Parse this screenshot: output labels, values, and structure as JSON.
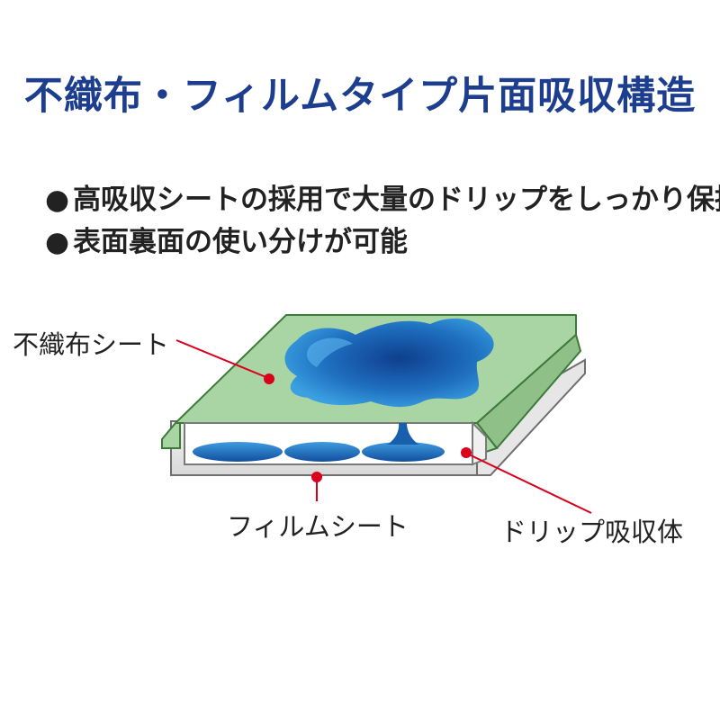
{
  "title": "不織布・フィルムタイプ片面吸収構造",
  "bullets": [
    "高吸収シートの採用で大量のドリップをしっかり保持",
    "表面裏面の使い分けが可能"
  ],
  "bullet_symbol": "●",
  "labels": {
    "nonwoven_sheet": "不織布シート",
    "film_sheet": "フィルムシート",
    "drip_absorber": "ドリップ吸収体"
  },
  "colors": {
    "title": "#1d3d8f",
    "sheet_green": "#a9d4a3",
    "leader_red": "#d9001b",
    "drip_blue": "#1f6fc0"
  }
}
